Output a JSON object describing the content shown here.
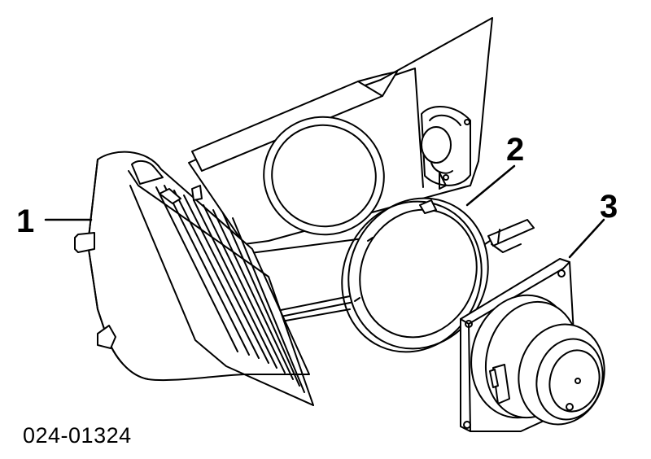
{
  "callouts": {
    "one": "1",
    "two": "2",
    "three": "3"
  },
  "part_number": "024-01324",
  "line_color": "#000000"
}
